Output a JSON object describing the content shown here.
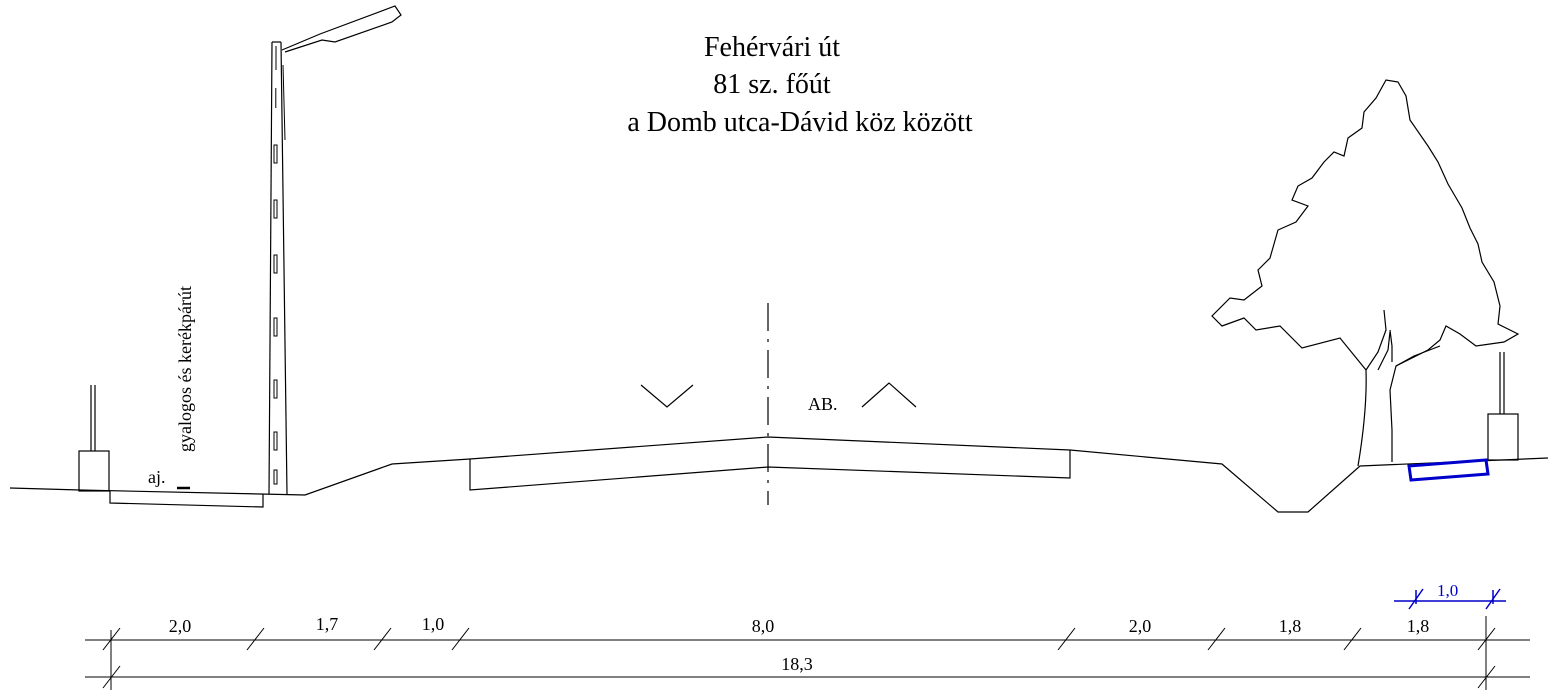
{
  "title": {
    "line1": "Fehérvári út",
    "line2": "81 sz. főút",
    "line3": "a Domb utca-Dávid köz között"
  },
  "labels": {
    "path_label": "gyalogos és kerékpárút",
    "aj": "aj.",
    "ab": "AB."
  },
  "dimensions": {
    "row1": [
      "2,0",
      "1,7",
      "1,0",
      "8,0",
      "2,0",
      "1,8",
      "1,8"
    ],
    "total": "18,3",
    "blue": "1,0"
  },
  "colors": {
    "line": "#000000",
    "highlight": "#0000cc"
  }
}
